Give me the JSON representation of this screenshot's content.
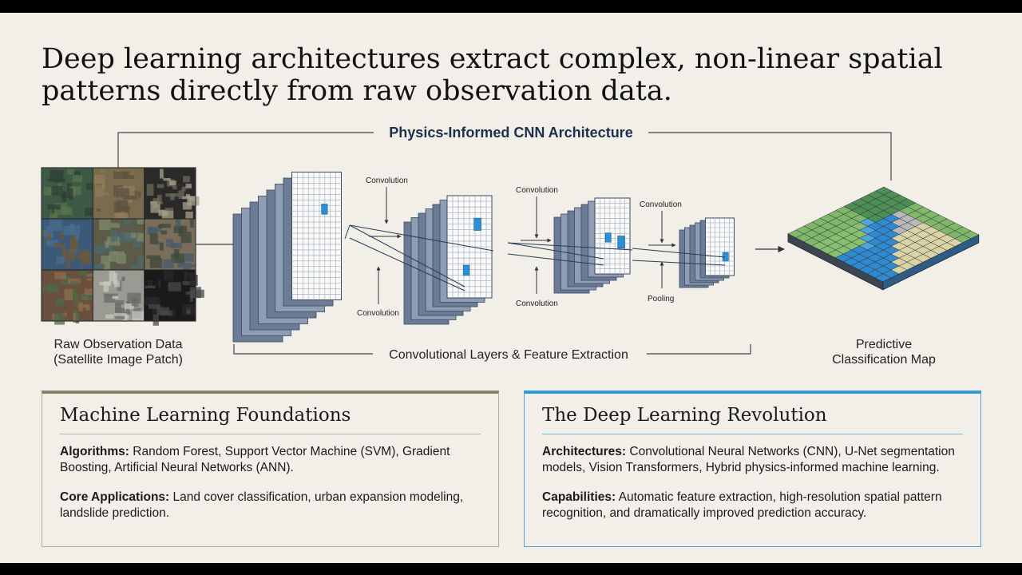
{
  "headline": {
    "line1": "Deep learning architectures extract complex, non-linear spatial",
    "line2": "patterns directly from raw observation data."
  },
  "diagram": {
    "title": "Physics-Informed CNN Architecture",
    "input_caption": {
      "line1": "Raw Observation Data",
      "line2": "(Satellite Image Patch)"
    },
    "conv_labels": {
      "top1": "Convolution",
      "bottom1": "Convolution",
      "top2": "Convolution",
      "bottom2": "Convolution",
      "top3": "Convolution",
      "pooling": "Pooling"
    },
    "layers_caption": "Convolutional Layers & Feature Extraction",
    "output_caption": {
      "line1": "Predictive",
      "line2": "Classification Map"
    }
  },
  "panels": {
    "ml": {
      "title": "Machine Learning Foundations",
      "algorithms_label": "Algorithms:",
      "algorithms_text": " Random Forest, Support Vector Machine (SVM), Gradient Boosting, Artificial Neural Networks (ANN).",
      "applications_label": "Core Applications:",
      "applications_text": " Land cover classification, urban expansion modeling, landslide prediction."
    },
    "dl": {
      "title": "The Deep Learning Revolution",
      "architectures_label": "Architectures:",
      "architectures_text": " Convolutional Neural Networks (CNN), U-Net segmentation models, Vision Transformers, Hybrid physics-informed machine learning.",
      "capabilities_label": "Capabilities:",
      "capabilities_text": " Automatic feature extraction, high-resolution spatial pattern recognition, and dramatically improved prediction accuracy."
    }
  },
  "colors": {
    "background": "#f1efe8",
    "title_navy": "#1e2f4d",
    "layer_blue": "#7d8da6",
    "highlight_blue": "#2b8fd4",
    "ml_accent": "#8b8168",
    "dl_accent": "#2d9bd8"
  }
}
